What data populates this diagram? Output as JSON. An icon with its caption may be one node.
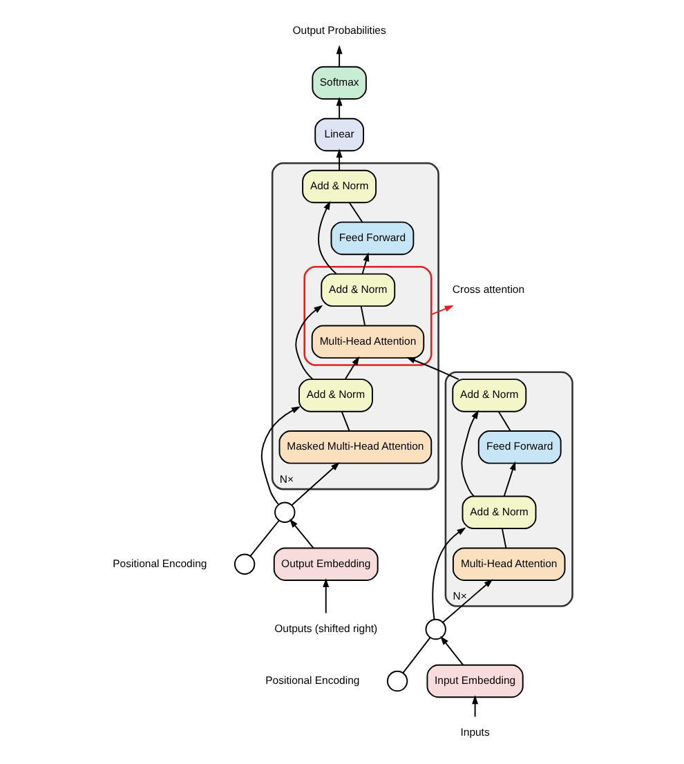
{
  "diagram": {
    "nodes": [
      {
        "text": [
          "Output Probabilities"
        ]
      },
      {
        "text": [
          "Softmax"
        ]
      },
      {
        "text": [
          "Linear"
        ]
      },
      {
        "text": [
          "N×"
        ]
      },
      {
        "text": [
          "Add & Norm"
        ],
        "in": 3
      },
      {
        "text": [
          "Feed Forward"
        ],
        "in": 3
      },
      {
        "text": [],
        "shape": "box",
        "in": 3
      },
      {
        "text": [
          "Add & Norm"
        ],
        "in": 6
      },
      {
        "text": [
          "Multi-Head Attention"
        ],
        "in": 6
      },
      {
        "text": [
          "Cross attention"
        ]
      },
      {
        "text": [
          "N×"
        ]
      },
      {
        "text": [
          "Add & Norm"
        ],
        "in": 10
      },
      {
        "text": [
          "Feed Forward"
        ],
        "in": 10
      },
      {
        "text": [
          "Add & Norm"
        ],
        "in": 3
      },
      {
        "text": [
          "Masked Multi-Head Attention"
        ],
        "in": 3
      },
      {
        "text": [
          "Add & Norm"
        ],
        "in": 10
      },
      {
        "text": [
          "Multi-Head Attention"
        ],
        "in": 10
      },
      {
        "text": [],
        "shape": "circle"
      },
      {
        "text": [],
        "shape": "circle",
        "beside": [
          "Positional Encoding"
        ]
      },
      {
        "text": [],
        "shape": "circle"
      },
      {
        "text": [],
        "shape": "circle",
        "beside": [
          "Positional Encoding"
        ]
      },
      {
        "text": [
          "Input Embedding"
        ]
      },
      {
        "text": [
          "Output Embedding"
        ]
      },
      {
        "text": [
          "Inputs"
        ]
      },
      {
        "text": [
          "Outputs (shifted right)"
        ]
      }
    ],
    "edges": [
      {
        "from": 23,
        "to": 21,
        "arrow": "to"
      },
      {
        "from": 21,
        "to": 17,
        "arrow": "to"
      },
      {
        "from": 18,
        "to": 17,
        "arrow": "none"
      },
      {
        "from": 17,
        "to": 16,
        "arrow": "to"
      },
      {
        "from": 17,
        "to": 15,
        "arrow": "to"
      },
      {
        "from": 16,
        "to": 15,
        "arrow": "none"
      },
      {
        "from": 15,
        "to": 12,
        "arrow": "to"
      },
      {
        "from": 15,
        "to": 11,
        "arrow": "to"
      },
      {
        "from": 12,
        "to": 11,
        "arrow": "none"
      },
      {
        "from": 11,
        "to": 8,
        "arrow": "to"
      },
      {
        "from": 24,
        "to": 22,
        "arrow": "to"
      },
      {
        "from": 22,
        "to": 19,
        "arrow": "to"
      },
      {
        "from": 20,
        "to": 19,
        "arrow": "none"
      },
      {
        "from": 19,
        "to": 14,
        "arrow": "to"
      },
      {
        "from": 19,
        "to": 13,
        "arrow": "to"
      },
      {
        "from": 14,
        "to": 13,
        "arrow": "none"
      },
      {
        "from": 13,
        "to": 8,
        "arrow": "to"
      },
      {
        "from": 13,
        "to": 7,
        "arrow": "to"
      },
      {
        "from": 8,
        "to": 7,
        "arrow": "none"
      },
      {
        "from": 7,
        "to": 5,
        "arrow": "to"
      },
      {
        "from": 7,
        "to": 4,
        "arrow": "to"
      },
      {
        "from": 5,
        "to": 4,
        "arrow": "none"
      },
      {
        "from": 4,
        "to": 2,
        "arrow": "to"
      },
      {
        "from": 2,
        "to": 1,
        "arrow": "to"
      },
      {
        "from": 1,
        "to": 0,
        "arrow": "to"
      },
      {
        "from": 6,
        "to": 9,
        "arrow": "to",
        "color": "#e02020"
      }
    ]
  }
}
